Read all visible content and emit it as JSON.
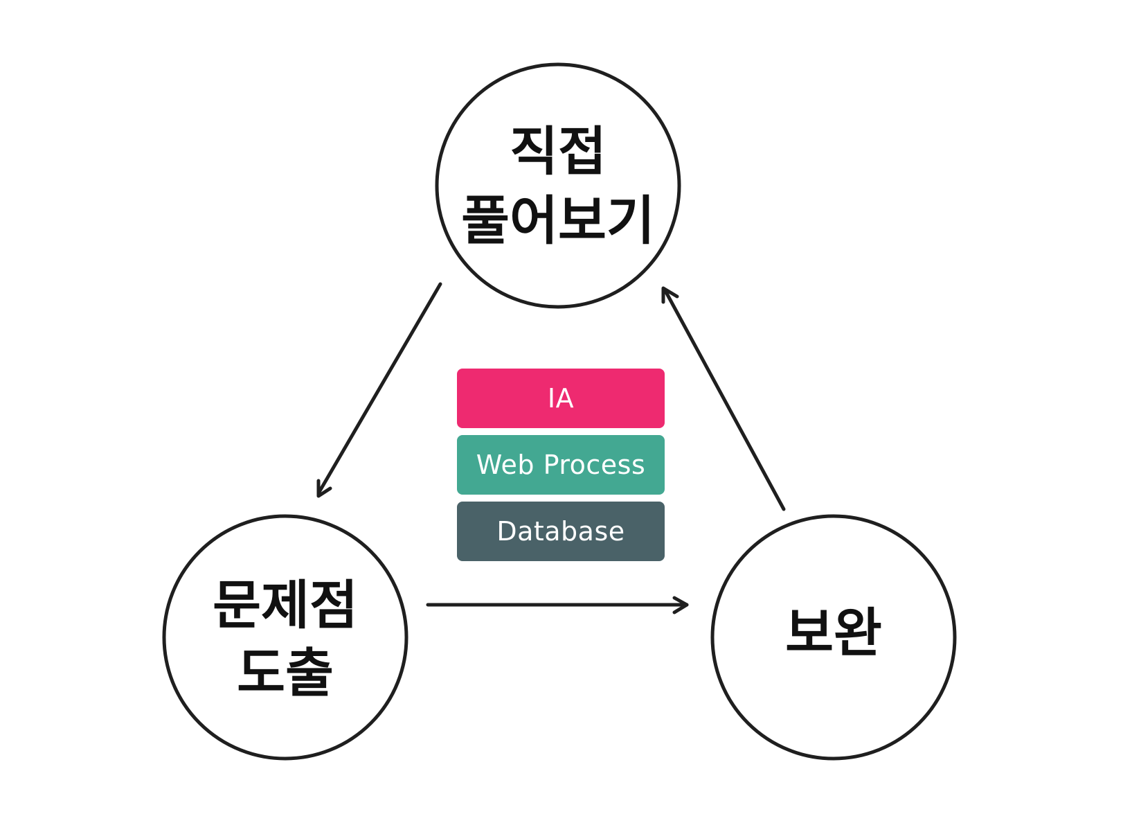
{
  "nodes": [
    {
      "id": "top",
      "lines": [
        "직접",
        "풀어보기"
      ]
    },
    {
      "id": "left",
      "lines": [
        "문제점",
        "도출"
      ]
    },
    {
      "id": "right",
      "lines": [
        "보완"
      ]
    }
  ],
  "edges": [
    {
      "from": "top",
      "to": "left"
    },
    {
      "from": "left",
      "to": "right"
    },
    {
      "from": "right",
      "to": "top"
    }
  ],
  "layers": [
    {
      "label": "IA",
      "color": "#ee2a70"
    },
    {
      "label": "Web Process",
      "color": "#43a892"
    },
    {
      "label": "Database",
      "color": "#4a6268"
    }
  ]
}
